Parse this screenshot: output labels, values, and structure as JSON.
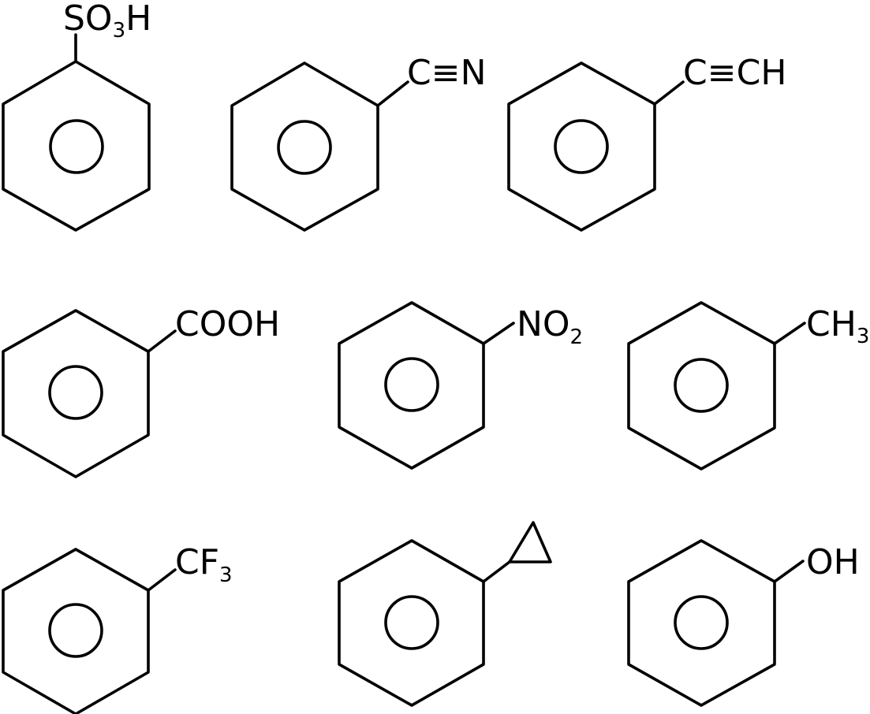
{
  "molecules": [
    {
      "id": "benzenesulfonic-acid",
      "group": {
        "main": "SO",
        "sub": "3",
        "tail": "H"
      }
    },
    {
      "id": "benzonitrile",
      "group": {
        "main": "C≡N",
        "sub": "",
        "tail": ""
      }
    },
    {
      "id": "phenylacetylene",
      "group": {
        "main": "C≡CH",
        "sub": "",
        "tail": ""
      }
    },
    {
      "id": "benzoic-acid",
      "group": {
        "main": "COOH",
        "sub": "",
        "tail": ""
      }
    },
    {
      "id": "nitrobenzene",
      "group": {
        "main": "NO",
        "sub": "2",
        "tail": ""
      }
    },
    {
      "id": "toluene",
      "group": {
        "main": "CH",
        "sub": "3",
        "tail": ""
      }
    },
    {
      "id": "trifluorotoluene",
      "group": {
        "main": "CF",
        "sub": "3",
        "tail": ""
      }
    },
    {
      "id": "cyclopropylbenzene",
      "group": {
        "main": "",
        "sub": "",
        "tail": ""
      }
    },
    {
      "id": "phenol",
      "group": {
        "main": "OH",
        "sub": "",
        "tail": ""
      }
    }
  ],
  "colors": {
    "ink": "#000000",
    "background": "#ffffff"
  }
}
